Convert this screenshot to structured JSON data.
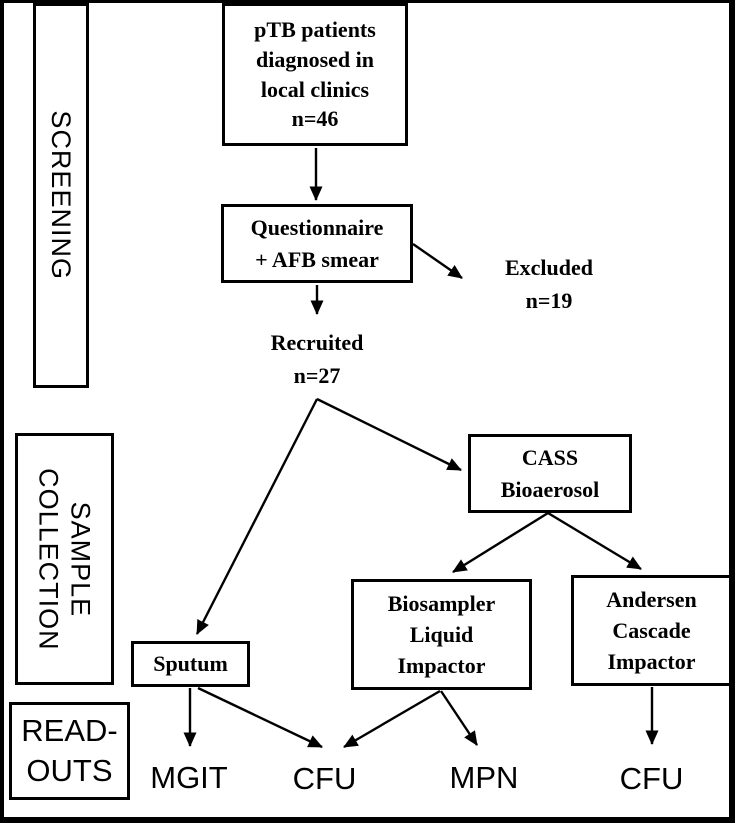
{
  "figure": {
    "type": "flowchart",
    "title": "pTB patient screening, sample collection and readout flow"
  },
  "stages": {
    "screening": "SCREENING",
    "sample_collection": "SAMPLE\nCOLLECTION",
    "readouts": "READ-\nOUTS"
  },
  "flow": {
    "ptb": "pTB patients\ndiagnosed in\nlocal clinics\nn=46",
    "questionnaire": "Questionnaire\n+ AFB smear",
    "excluded": "Excluded\nn=19",
    "recruited": "Recruited\nn=27",
    "cass": "CASS\nBioaerosol",
    "biosampler": "Biosampler\nLiquid\nImpactor",
    "andersen": "Andersen\nCascade\nImpactor",
    "sputum": "Sputum"
  },
  "readouts": {
    "mgit": "MGIT",
    "cfu_left": "CFU",
    "mpn": "MPN",
    "cfu_right": "CFU"
  },
  "colors": {
    "line": "#000000",
    "background": "#ffffff",
    "text": "#000000"
  }
}
